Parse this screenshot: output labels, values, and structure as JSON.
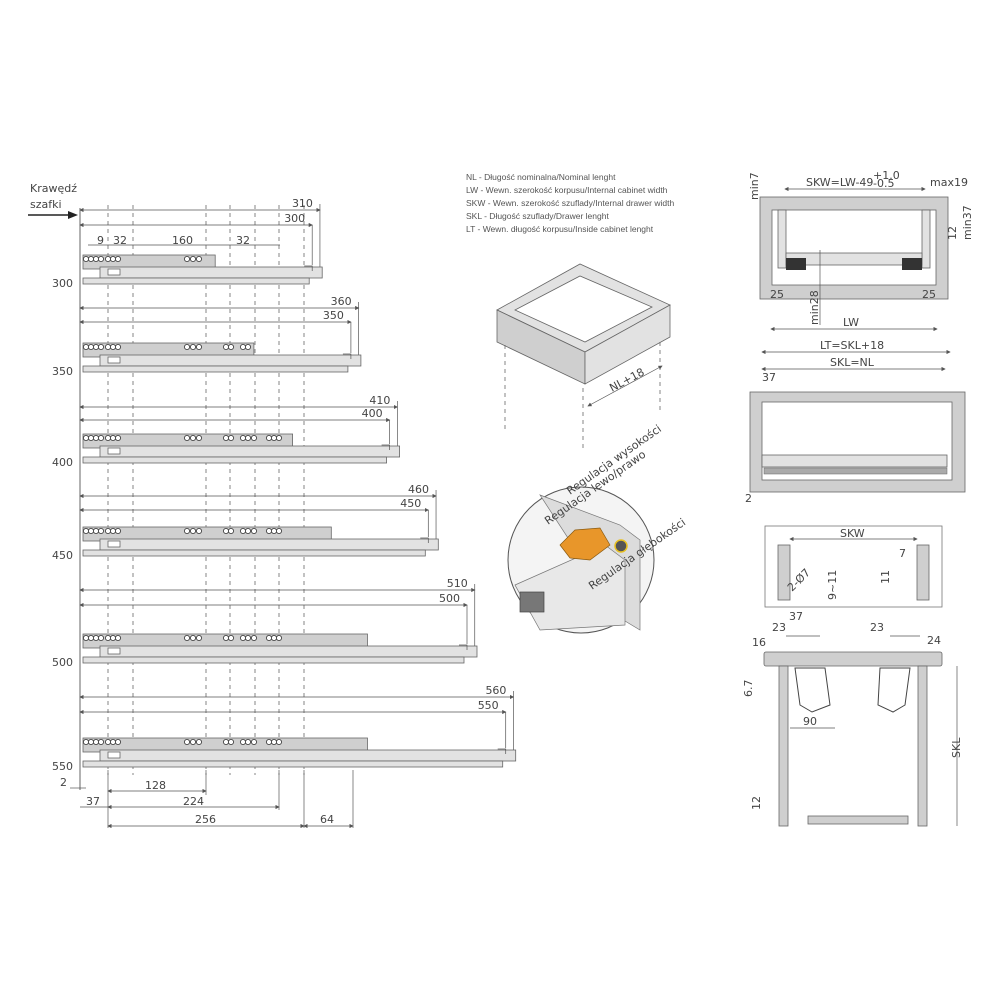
{
  "edge_label": [
    "Krawędź",
    "szafki"
  ],
  "slides": [
    {
      "nl": 300,
      "outer": 310,
      "inner": 300,
      "label": "300"
    },
    {
      "nl": 350,
      "outer": 360,
      "inner": 350,
      "label": "350"
    },
    {
      "nl": 400,
      "outer": 410,
      "inner": 400,
      "label": "400"
    },
    {
      "nl": 450,
      "outer": 460,
      "inner": 450,
      "label": "450"
    },
    {
      "nl": 500,
      "outer": 510,
      "inner": 500,
      "label": "500"
    },
    {
      "nl": 550,
      "outer": 560,
      "inner": 550,
      "label": "550"
    }
  ],
  "top_dims": {
    "d9": "9",
    "d32a": "32",
    "d160": "160",
    "d32b": "32"
  },
  "bottom_dims": {
    "d2": "2",
    "d37": "37",
    "d128": "128",
    "d224": "224",
    "d256": "256",
    "d64": "64"
  },
  "legend": [
    "NL - Długość nominalna/Nominal lenght",
    "LW - Wewn. szerokość korpusu/Internal cabinet width",
    "SKW - Wewn. szerokość szuflady/Internal drawer width",
    "SKL - Długość szuflady/Drawer lenght",
    "LT - Wewn. długość korpusu/Inside cabinet lenght"
  ],
  "box_label": "NL+18",
  "detail_labels": {
    "height": "Regulacja wysokości",
    "lateral": "Regulacja lewo/prawo",
    "depth": "Regulacja głębokości"
  },
  "front_view": {
    "formula": "SKW=LW-49",
    "tol_plus": "+1.0",
    "tol_minus": "-0.5",
    "max19": "max19",
    "min7": "min7",
    "min37": "min37",
    "d12": "12",
    "d25a": "25",
    "d25b": "25",
    "min28": "min28",
    "lw": "LW"
  },
  "side_view": {
    "lt": "LT=SKL+18",
    "skl": "SKL=NL",
    "d37": "37",
    "d2": "2"
  },
  "back_view": {
    "skw": "SKW",
    "holes": "2-Ø7",
    "d9_11": "9~11",
    "d7": "7",
    "d11": "11",
    "d37": "37"
  },
  "bottom_view": {
    "d23a": "23",
    "d16": "16",
    "d23b": "23",
    "d24": "24",
    "d67": "6.7",
    "d90": "90",
    "skl": "SKL",
    "d12": "12"
  },
  "colors": {
    "accent_orange": "#e8962a",
    "panel_gray": "#cfcfcf"
  }
}
